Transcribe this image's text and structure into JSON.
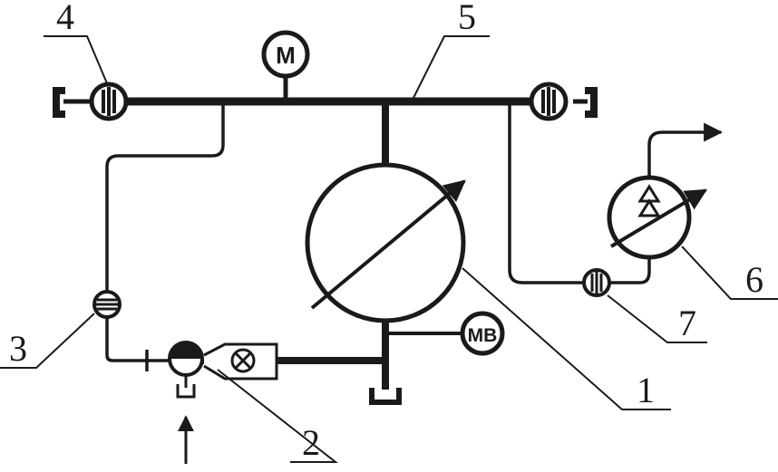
{
  "diagram": {
    "callouts": {
      "c1": "1",
      "c2": "2",
      "c3": "3",
      "c4": "4",
      "c5": "5",
      "c6": "6",
      "c7": "7"
    },
    "gauges": {
      "main_gauge": "M",
      "vacuum_gauge": "MB"
    }
  },
  "colors": {
    "line": "#1a1a1a",
    "background": "#ffffff"
  }
}
